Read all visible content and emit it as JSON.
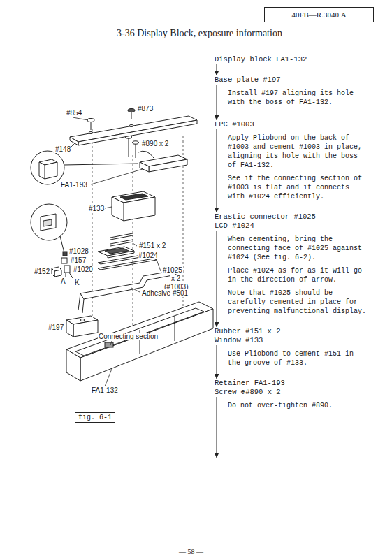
{
  "diagram": {
    "title": "3-36 Display Block, exposure information",
    "nodes": [
      {
        "text": [
          "Display block FA1-132"
        ]
      },
      {
        "text": [
          "Base plate #197"
        ]
      },
      {
        "text": [
          "FPC #1003"
        ]
      },
      {
        "text": [
          "Erastic connector #1025",
          "LCD #1024"
        ]
      },
      {
        "text": [
          "Rubber #151 x 2",
          "Window #133"
        ]
      },
      {
        "text": [
          "Retainer FA1-193",
          "Screw ⊕#890 x 2"
        ]
      }
    ],
    "edges": [
      {
        "from": 0,
        "to": 1,
        "arrow": "to"
      },
      {
        "from": 1,
        "to": 2,
        "arrow": "to"
      },
      {
        "from": 2,
        "to": 3,
        "arrow": "to"
      },
      {
        "from": 3,
        "to": 4,
        "arrow": "to"
      },
      {
        "from": 4,
        "to": 5,
        "arrow": "to"
      }
    ],
    "labels": [
      "40FB—R.3040.A",
      "#854",
      "#873",
      "#148",
      "#890 x 2",
      "FA1-193",
      "#133",
      "#151 x 2",
      "#1024",
      "#1025",
      "x 2",
      "(#1003)",
      "#1028",
      "#157",
      "#152",
      "#1020",
      "A",
      "K",
      "Adhesive #501",
      "#197",
      "Connecting section",
      "FA1-132",
      "fig. 6-1",
      "Install #197 aligning its hole with the boss of FA1-132.",
      "Apply Pliobond on the back of #1003 and cement #1003 in place, aligning its hole with the boss of FA1-132.",
      "See if the connecting section of #1003 is flat and it connects with #1024 efficiently.",
      "When cementing, bring the connecting face of #1025 against #1024 (See fig. 6-2).",
      "Place #1024 as for as it will go in the direction of arrow.",
      "Note that #1025 should be carefully cemented in place for preventing malfunctional display.",
      "Use Pliobond to cement #151 in the groove of #133.",
      "Do not over-tighten #890.",
      "— 58 —"
    ]
  }
}
